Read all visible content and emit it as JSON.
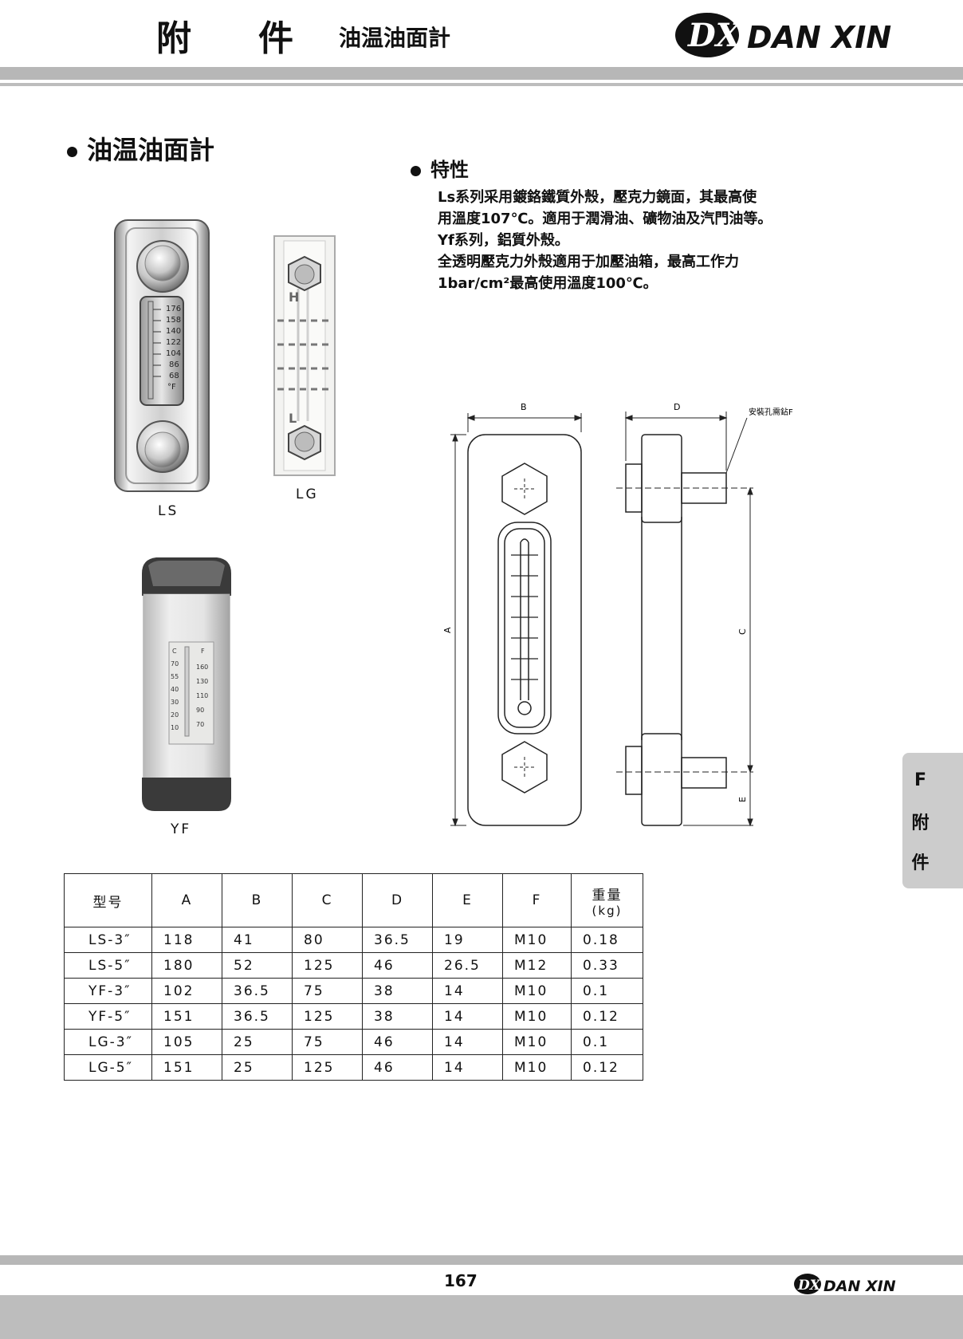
{
  "header": {
    "title_char1": "附",
    "title_char2": "件",
    "subtitle": "油温油面計",
    "brand": "DAN XIN",
    "logo_mark": "DX"
  },
  "section_title": "油温油面計",
  "features": {
    "heading": "特性",
    "lines": [
      "Ls系列采用鍍鉻鐵質外殼，壓克力鏡面，其最高使",
      "用溫度107℃。適用于潤滑油、礦物油及汽門油等。",
      "Yf系列，鋁質外殼。",
      "全透明壓克力外殼適用于加壓油箱，最高工作力",
      "1bar/cm²最高使用溫度100℃。"
    ]
  },
  "products": {
    "ls": {
      "label": "LS",
      "scale": [
        "176",
        "158",
        "140",
        "122",
        "104",
        "86",
        "68",
        "°F"
      ]
    },
    "lg": {
      "label": "LG",
      "marks": [
        "H",
        "L"
      ]
    },
    "yf": {
      "label": "YF",
      "scale_head": [
        "C",
        "F"
      ],
      "scale_c": [
        "70",
        "55",
        "40",
        "30",
        "20",
        "10"
      ],
      "scale_f": [
        "160",
        "130",
        "110",
        "90",
        "70"
      ]
    }
  },
  "diagram": {
    "label_a": "A",
    "label_b": "B",
    "label_c": "C",
    "label_d": "D",
    "label_e": "E",
    "note": "安裝孔需鉆F"
  },
  "table": {
    "headers": [
      "型号",
      "A",
      "B",
      "C",
      "D",
      "E",
      "F"
    ],
    "weight_header": "重量",
    "weight_unit": "(kg)",
    "rows": [
      [
        "LS-3″",
        "118",
        "41",
        "80",
        "36.5",
        "19",
        "M10",
        "0.18"
      ],
      [
        "LS-5″",
        "180",
        "52",
        "125",
        "46",
        "26.5",
        "M12",
        "0.33"
      ],
      [
        "YF-3″",
        "102",
        "36.5",
        "75",
        "38",
        "14",
        "M10",
        "0.1"
      ],
      [
        "YF-5″",
        "151",
        "36.5",
        "125",
        "38",
        "14",
        "M10",
        "0.12"
      ],
      [
        "LG-3″",
        "105",
        "25",
        "75",
        "46",
        "14",
        "M10",
        "0.1"
      ],
      [
        "LG-5″",
        "151",
        "25",
        "125",
        "46",
        "14",
        "M10",
        "0.12"
      ]
    ]
  },
  "side_tab": [
    "F",
    "附",
    "件"
  ],
  "footer": {
    "page_number": "167",
    "brand": "DAN XIN",
    "logo_mark": "DX"
  },
  "colors": {
    "band": "#b7b7b7",
    "tab": "#cccccc",
    "ink": "#111111"
  }
}
